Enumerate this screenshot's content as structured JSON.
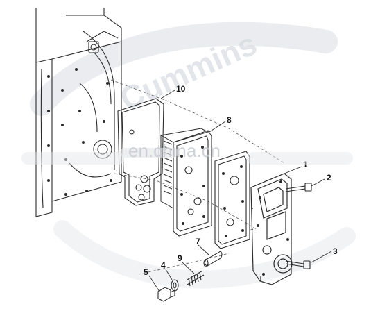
{
  "watermarks": {
    "brand_arc": "Cummins",
    "site": "en.china.cn"
  },
  "callouts": [
    {
      "id": "1",
      "label": "1"
    },
    {
      "id": "2",
      "label": "2"
    },
    {
      "id": "3",
      "label": "3"
    },
    {
      "id": "4",
      "label": "4"
    },
    {
      "id": "5",
      "label": "5"
    },
    {
      "id": "7",
      "label": "7"
    },
    {
      "id": "8",
      "label": "8"
    },
    {
      "id": "9",
      "label": "9"
    },
    {
      "id": "10",
      "label": "10"
    }
  ],
  "colors": {
    "line": "#2b2b2b",
    "watermark": "#d9dde2",
    "watermark_text": "#c9ced4"
  }
}
